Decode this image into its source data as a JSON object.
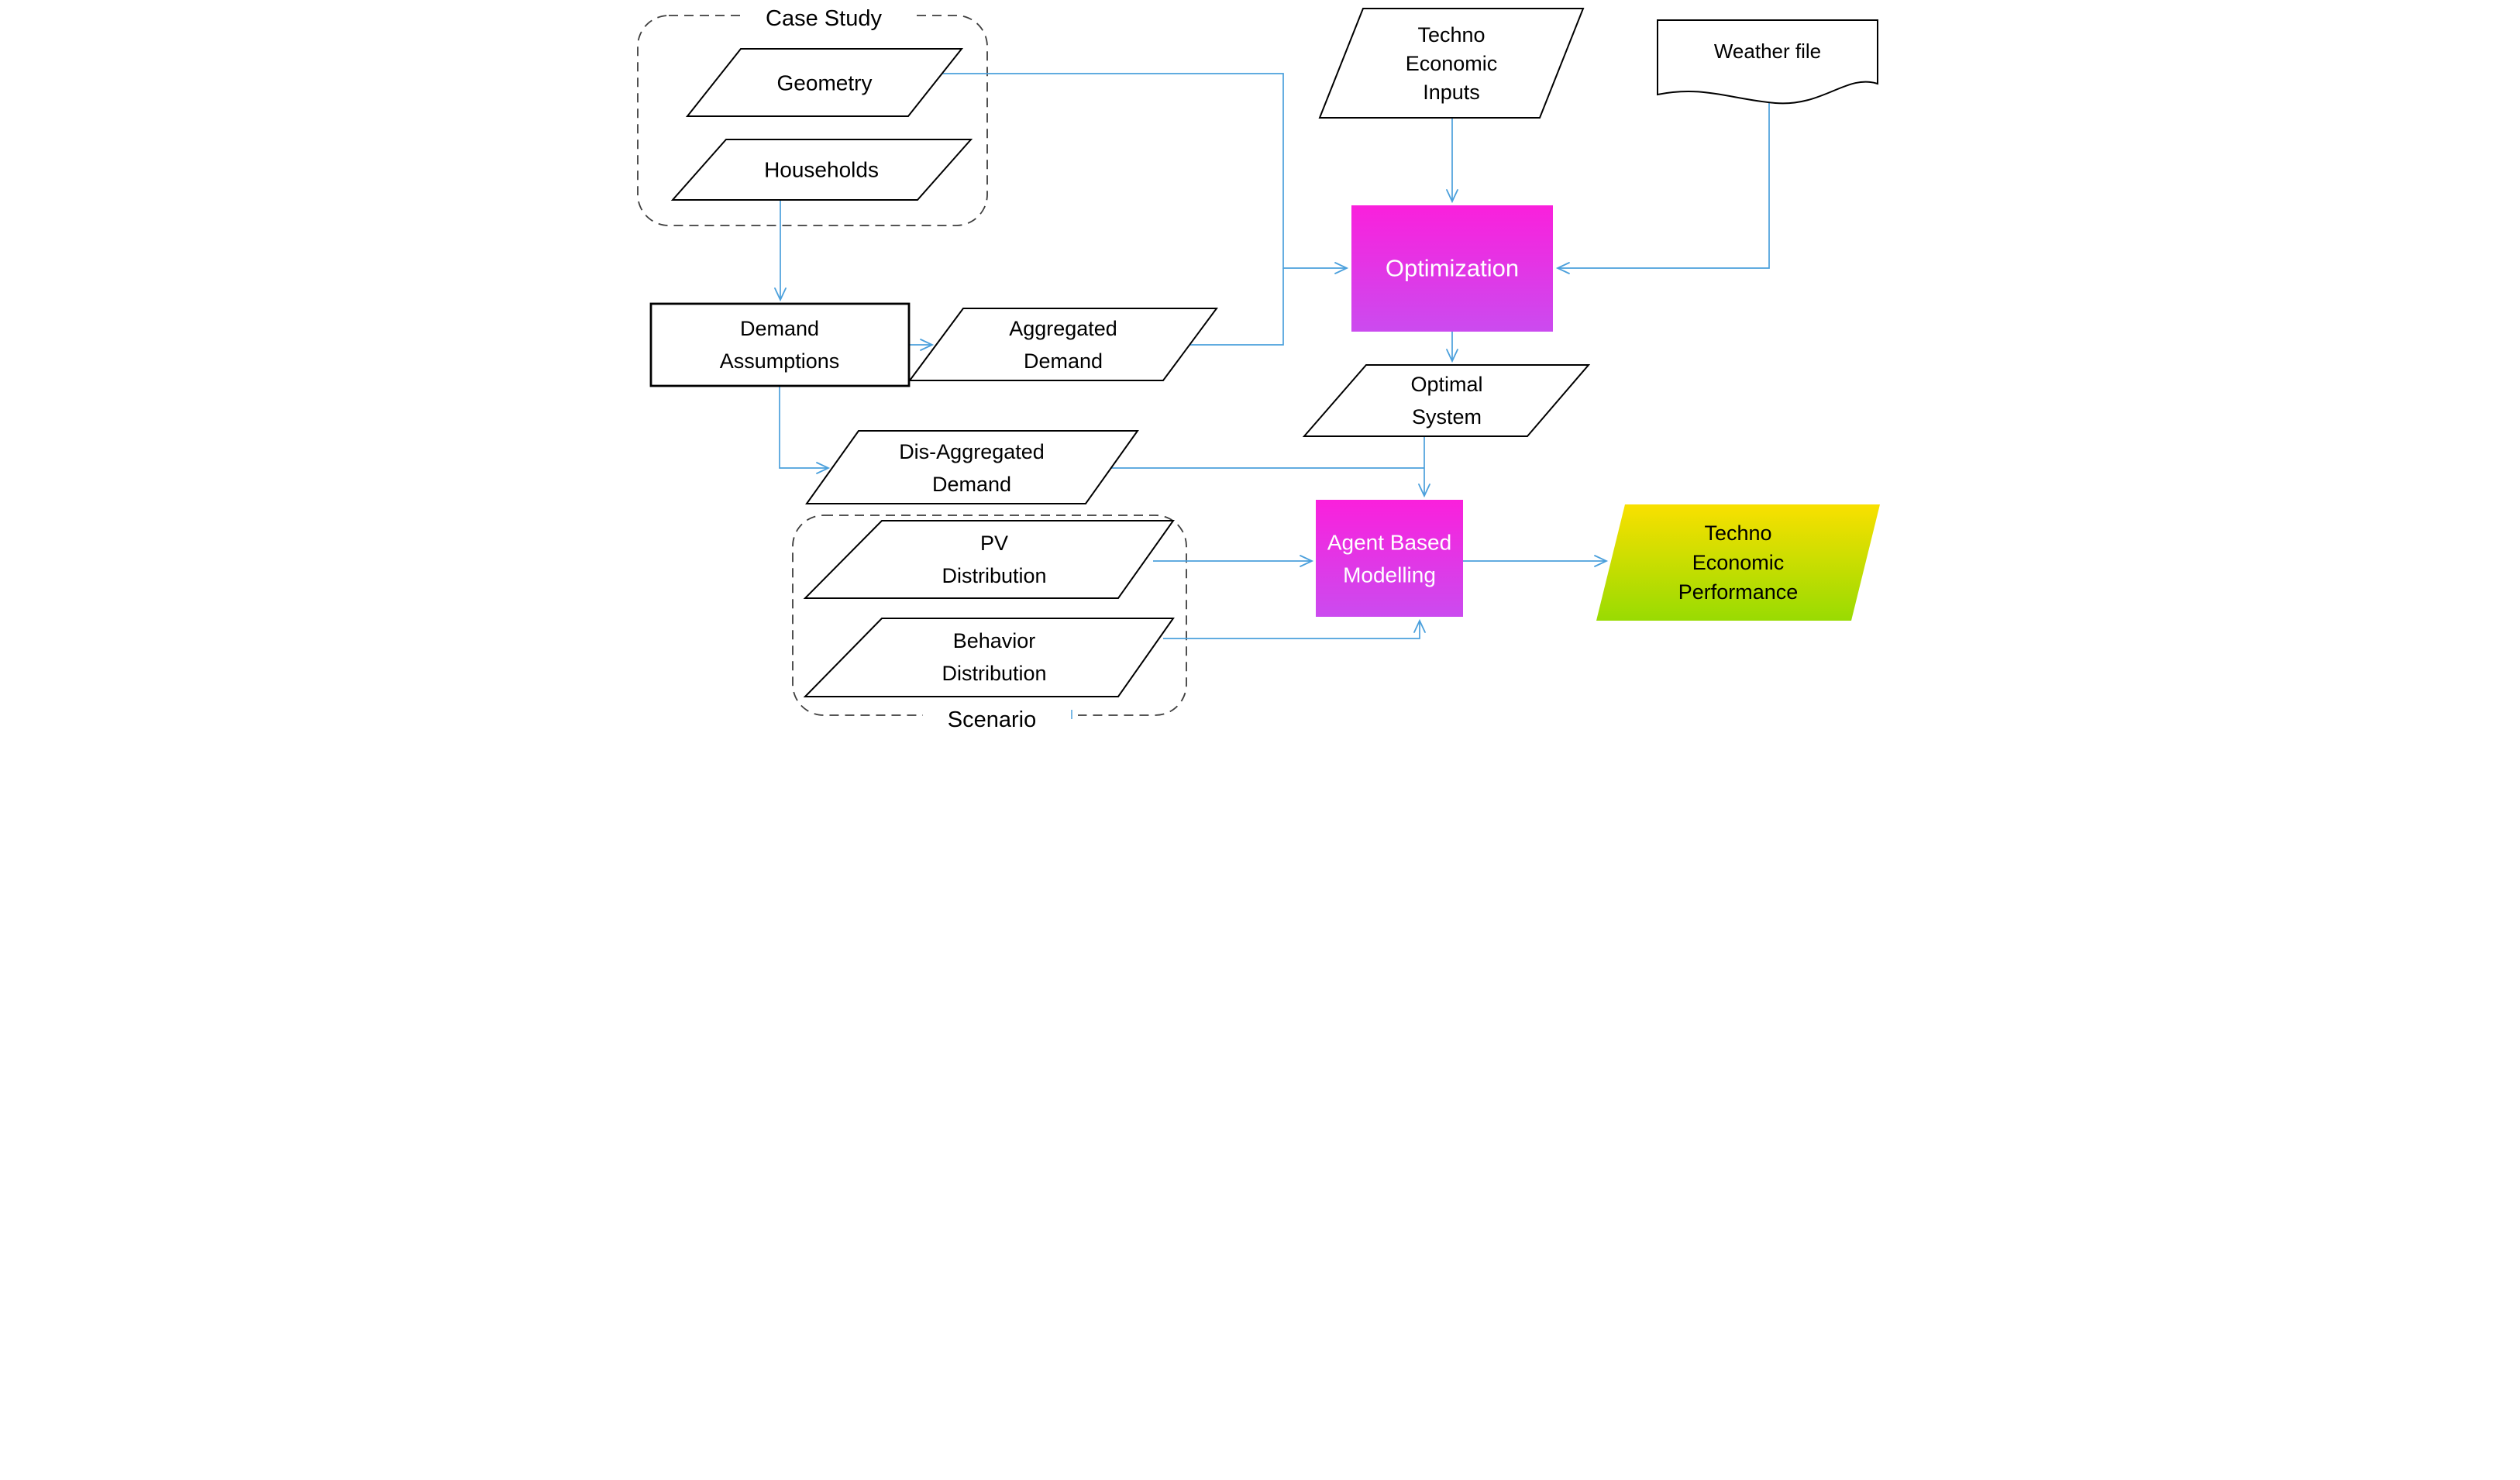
{
  "colors": {
    "background": "#ffffff",
    "arrow": "#4BA0DC",
    "shape_border": "#000000",
    "container_border": "#3D3D3D",
    "node_fill": "#FFFFFF",
    "magenta_gradient_top": "#FA20DC",
    "magenta_gradient_bottom": "#CB4BEF",
    "yellow_green_gradient_top": "#F9E000",
    "yellow_green_gradient_bottom": "#99DB02",
    "text_dark": "#000000",
    "text_light": "#FFFFFF"
  },
  "containers": {
    "case_study": {
      "label": "Case Study"
    },
    "scenario": {
      "label": "Scenario"
    }
  },
  "nodes": {
    "geometry": {
      "label": "Geometry",
      "shape": "parallelogram",
      "lines": [
        "Geometry"
      ]
    },
    "households": {
      "label": "Households",
      "shape": "parallelogram",
      "lines": [
        "Households"
      ]
    },
    "techno_economic_inputs": {
      "label": "Techno Economic Inputs",
      "shape": "parallelogram",
      "lines": [
        "Techno",
        "Economic",
        "Inputs"
      ]
    },
    "weather_file": {
      "label": "Weather file",
      "shape": "document",
      "lines": [
        "Weather file"
      ]
    },
    "optimization": {
      "label": "Optimization",
      "shape": "process",
      "lines": [
        "Optimization"
      ]
    },
    "demand_assumptions": {
      "label": "Demand Assumptions",
      "shape": "rectangle",
      "lines": [
        "Demand",
        "Assumptions"
      ]
    },
    "aggregated_demand": {
      "label": "Aggregated Demand",
      "shape": "parallelogram",
      "lines": [
        "Aggregated",
        "Demand"
      ]
    },
    "optimal_system": {
      "label": "Optimal System",
      "shape": "parallelogram",
      "lines": [
        "Optimal",
        "System"
      ]
    },
    "dis_aggregated_demand": {
      "label": "Dis-Aggregated Demand",
      "shape": "parallelogram",
      "lines": [
        "Dis-Aggregated",
        "Demand"
      ]
    },
    "pv_distribution": {
      "label": "PV Distribution",
      "shape": "parallelogram",
      "lines": [
        "PV",
        "Distribution"
      ]
    },
    "behavior_distribution": {
      "label": "Behavior Distribution",
      "shape": "parallelogram",
      "lines": [
        "Behavior",
        "Distribution"
      ]
    },
    "agent_based_modelling": {
      "label": "Agent Based Modelling",
      "shape": "process",
      "lines": [
        "Agent Based",
        "Modelling"
      ]
    },
    "techno_economic_performance": {
      "label": "Techno Economic Performance",
      "shape": "parallelogram-output",
      "lines": [
        "Techno",
        "Economic",
        "Performance"
      ]
    }
  },
  "edges": [
    {
      "id": "geometry_to_optimization",
      "from": "geometry",
      "to": "optimization",
      "arrow": true
    },
    {
      "id": "aggregated_demand_to_optimization",
      "from": "aggregated_demand",
      "to": "optimization",
      "arrow": false
    },
    {
      "id": "techno_economic_inputs_to_optimization",
      "from": "techno_economic_inputs",
      "to": "optimization",
      "arrow": true
    },
    {
      "id": "weather_file_to_optimization",
      "from": "weather_file",
      "to": "optimization",
      "arrow": true
    },
    {
      "id": "optimization_to_optimal_system",
      "from": "optimization",
      "to": "optimal_system",
      "arrow": true
    },
    {
      "id": "households_to_demand_assumptions",
      "from": "households",
      "to": "demand_assumptions",
      "arrow": true
    },
    {
      "id": "demand_assumptions_to_aggregated_demand",
      "from": "demand_assumptions",
      "to": "aggregated_demand",
      "arrow": true
    },
    {
      "id": "demand_assumptions_to_dis_aggregated_demand",
      "from": "demand_assumptions",
      "to": "dis_aggregated_demand",
      "arrow": true
    },
    {
      "id": "dis_aggregated_demand_to_agent_based_modelling",
      "from": "dis_aggregated_demand",
      "to": "agent_based_modelling",
      "arrow": false
    },
    {
      "id": "optimal_system_to_agent_based_modelling",
      "from": "optimal_system",
      "to": "agent_based_modelling",
      "arrow": true
    },
    {
      "id": "pv_distribution_to_agent_based_modelling",
      "from": "pv_distribution",
      "to": "agent_based_modelling",
      "arrow": true
    },
    {
      "id": "behavior_distribution_to_agent_based_modelling",
      "from": "behavior_distribution",
      "to": "agent_based_modelling",
      "arrow": true
    },
    {
      "id": "agent_based_modelling_to_techno_economic_performance",
      "from": "agent_based_modelling",
      "to": "techno_economic_performance",
      "arrow": true
    }
  ]
}
